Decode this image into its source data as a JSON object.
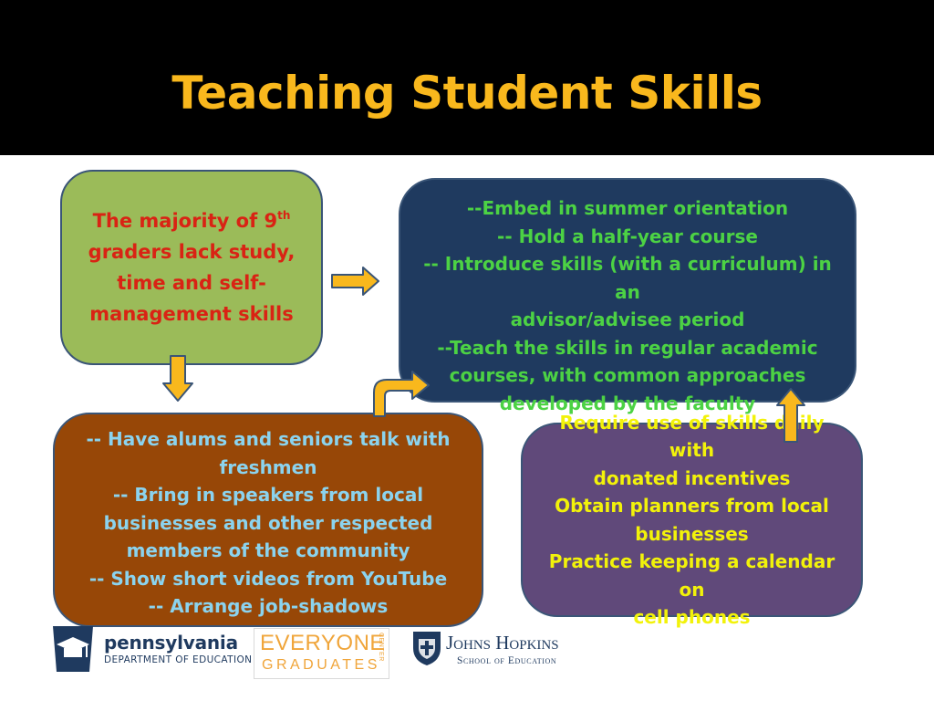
{
  "slide": {
    "title": "Teaching Student Skills",
    "colors": {
      "title_bar": "#000000",
      "title_text": "#f9b81d",
      "arrow_fill": "#f9b81d",
      "arrow_stroke": "#3a5577"
    }
  },
  "problem_box": {
    "line1_pre": "The majority of 9",
    "line1_sup": "th",
    "line2": "graders lack study,",
    "line3": "time and self-",
    "line4": "management skills",
    "bg_color": "#9bbb59",
    "text_color": "#d92314"
  },
  "strategies_box": {
    "lines": [
      "--Embed in summer orientation",
      "-- Hold a half-year course",
      "-- Introduce skills (with a curriculum) in an",
      "advisor/advisee period",
      "--Teach the skills in regular academic",
      "courses, with common approaches",
      "developed by the faculty"
    ],
    "bg_color": "#1f3a5f",
    "text_color": "#4cd244"
  },
  "community_box": {
    "lines": [
      "-- Have alums and seniors talk with",
      "freshmen",
      "-- Bring in speakers from local",
      "businesses and other respected",
      "members of the community",
      "-- Show short videos from YouTube",
      "-- Arrange job-shadows"
    ],
    "bg_color": "#974707",
    "text_color": "#8bd3ee"
  },
  "incentives_box": {
    "lines": [
      "Require use of skills daily with",
      "donated incentives",
      "Obtain planners from  local",
      "businesses",
      "Practice keeping a calendar on",
      "cell phones"
    ],
    "bg_color": "#60497a",
    "text_color": "#f2f20a"
  },
  "logos": {
    "pa": {
      "word": "pennsylvania",
      "dept": "DEPARTMENT OF EDUCATION",
      "icon": "keystone-graduation-cap-icon"
    },
    "eg": {
      "top": "EVERYONE",
      "bottom": "GRADUATES",
      "side": "CENTER"
    },
    "jh": {
      "name": "Johns Hopkins",
      "school": "School of Education",
      "icon": "shield-crest-icon"
    }
  }
}
